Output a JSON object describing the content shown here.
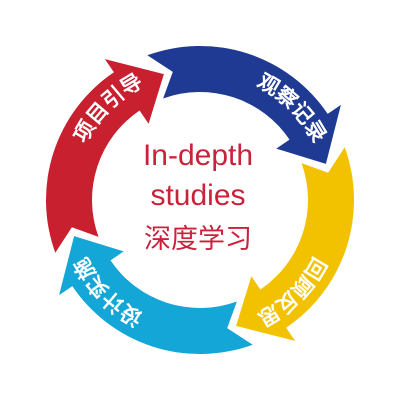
{
  "center": {
    "line1": "In-depth",
    "line2": "studies",
    "line3": "深度学习"
  },
  "cycle": [
    {
      "label": "项目引导",
      "color": "#c8202f"
    },
    {
      "label": "观察记录",
      "color": "#1f3a93"
    },
    {
      "label": "回顾反思",
      "color": "#f2c200"
    },
    {
      "label": "设计实施",
      "color": "#14a6d6"
    }
  ]
}
